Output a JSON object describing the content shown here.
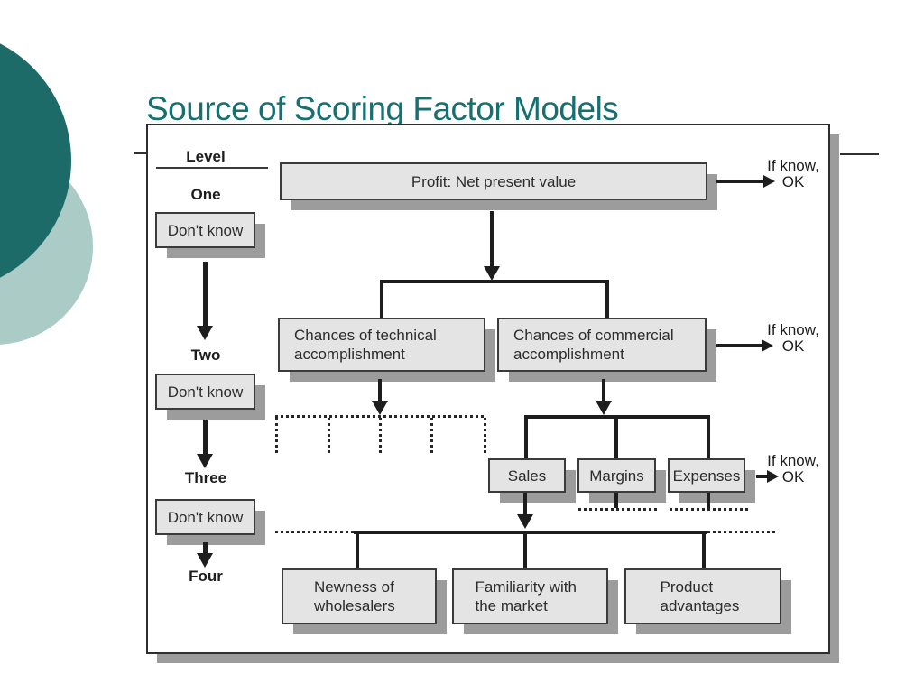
{
  "slide": {
    "title": "Source of Scoring Factor Models"
  },
  "diagram": {
    "level_column": {
      "header": "Level",
      "levels": [
        "One",
        "Two",
        "Three",
        "Four"
      ],
      "dont_know": "Don't know"
    },
    "nodes": {
      "profit": "Profit: Net present value",
      "technical": "Chances of technical accomplishment",
      "commercial": "Chances of commercial accomplishment",
      "sales": "Sales",
      "margins": "Margins",
      "expenses": "Expenses",
      "newness": "Newness of wholesalers",
      "familiarity": "Familiarity with the market",
      "product": "Product advantages"
    },
    "if_know": {
      "line1": "If know,",
      "line2": "OK"
    },
    "colors": {
      "title_teal": "#166f70",
      "circle_dark": "#1d6b68",
      "circle_light": "#abcbc7",
      "box_fill": "#e4e4e4",
      "box_border": "#3b3b3b",
      "box_shadow": "#9c9c9c",
      "line": "#1d1d1d"
    }
  }
}
